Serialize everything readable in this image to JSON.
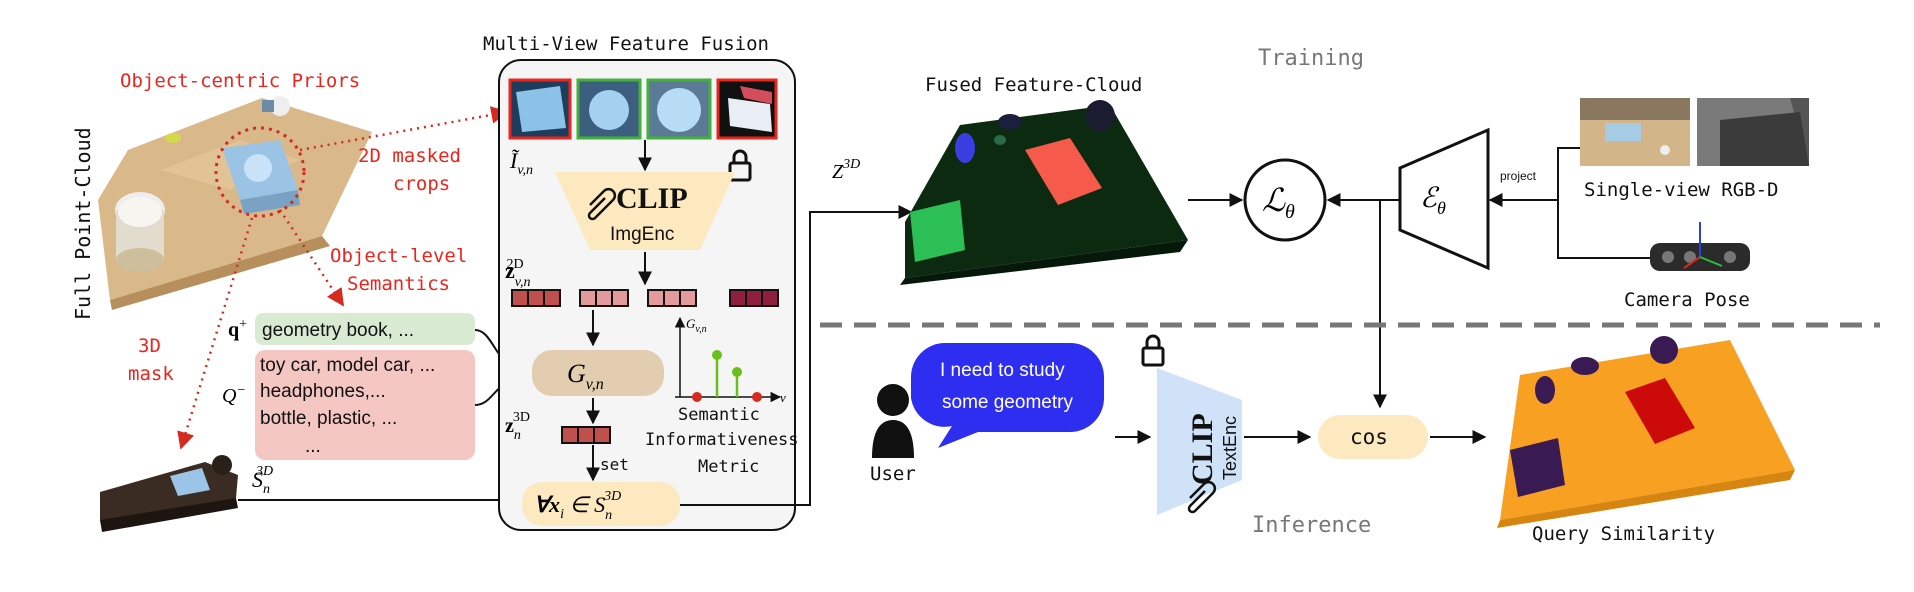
{
  "labels": {
    "full_point_cloud": "Full Point-Cloud",
    "object_centric_priors": "Object-centric Priors",
    "masked_crops_1": "2D masked",
    "masked_crops_2": "crops",
    "object_level_1": "Object-level",
    "object_level_2": "Semantics",
    "mask3d_1": "3D",
    "mask3d_2": "mask",
    "multi_view_title": "Multi-View Feature Fusion",
    "fused_feature_cloud": "Fused Feature-Cloud",
    "training": "Training",
    "inference": "Inference",
    "single_view_rgbd": "Single-view RGB-D",
    "camera_pose": "Camera Pose",
    "project": "project",
    "query_similarity": "Query Similarity",
    "user": "User",
    "cos": "cos",
    "semantic_1": "Semantic",
    "semantic_2": "Informativeness",
    "semantic_3": "Metric",
    "set": "set"
  },
  "math": {
    "i_tilde": "Ĩ",
    "i_sub": "v,n",
    "z2d": "z",
    "z2d_sup": "2D",
    "z2d_sub": "v,n",
    "g_vn": "G",
    "g_vn_sub": "v,n",
    "g_axis": "G",
    "g_axis_sub": "v,n",
    "v_axis": "v",
    "z3d": "z",
    "z3d_sup": "3D",
    "z3d_sub": "n",
    "s3d": "S",
    "s3d_sup": "3D",
    "s3d_sub": "n",
    "forall": "∀x",
    "forall_sub": "i",
    "forall_rest": " ∈ S",
    "forall_sup": "3D",
    "forall_sub2": "n",
    "Z3d": "Z",
    "Z3d_sup": "3D",
    "loss": "ℒ",
    "loss_sub": "θ",
    "enc": "ℰ",
    "enc_sub": "θ",
    "q_plus": "q",
    "q_plus_sup": "+",
    "q_minus": "Q",
    "q_minus_sup": "−"
  },
  "clip": {
    "name": "CLIP",
    "img_enc": "ImgEnc",
    "text_enc": "TextEnc"
  },
  "queries": {
    "positive": "geometry book, ...",
    "negative_1": "toy car, model car, ...",
    "negative_2": "headphones,...",
    "negative_3": "bottle, plastic, ...",
    "negative_4": "..."
  },
  "bubble": {
    "line1": "I need to study",
    "line2": "some geometry"
  },
  "colors": {
    "red_label": "#e8261e",
    "pos_box": "#d9ead3",
    "neg_box": "#f4c7c3",
    "clip_fill": "#fde9c0",
    "text_enc_fill": "#cfe2f7",
    "g_fill": "#e2cdb0",
    "feature_red": "#c0504d",
    "feature_pink": "#e39a9a",
    "feature_dark": "#8e1f3f",
    "bubble": "#2e2ef0",
    "query_cloud": "#f7a021",
    "fused_cloud": "#0c2a10"
  }
}
